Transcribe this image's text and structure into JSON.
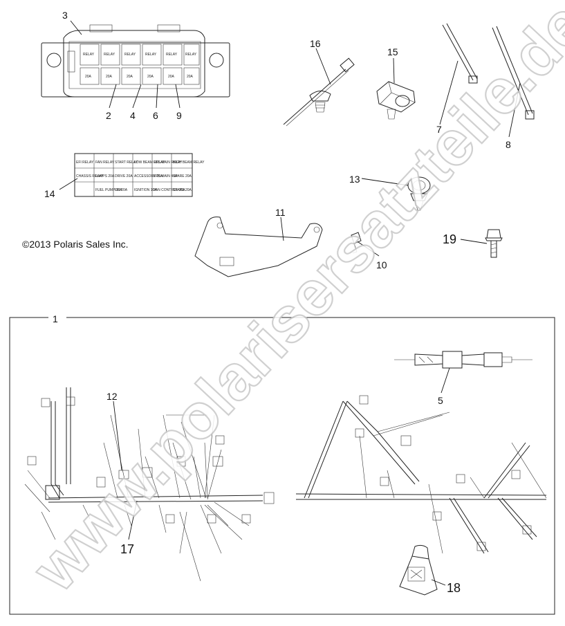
{
  "copyright": "©2013 Polaris Sales Inc.",
  "watermark": "www.polarisersatzteile.de",
  "callouts": {
    "c1": "1",
    "c2": "2",
    "c3": "3",
    "c4": "4",
    "c5": "5",
    "c6": "6",
    "c7": "7",
    "c8": "8",
    "c9": "9",
    "c10": "10",
    "c11": "11",
    "c12": "12",
    "c13": "13",
    "c14": "14",
    "c15": "15",
    "c16": "16",
    "c17": "17",
    "c18": "18",
    "c19": "19"
  },
  "fuse_box_labels": {
    "top_row": [
      "RELAY",
      "RELAY",
      "RELAY",
      "RELAY",
      "RELAY",
      "RELAY"
    ],
    "bottom_row": [
      "20A",
      "20A",
      "20A",
      "20A",
      "20A",
      "20A"
    ]
  },
  "decal_labels": {
    "r1": [
      "EFI RELAY",
      "FAN RELAY",
      "START RELAY",
      "LOW BEAM RELAY",
      "EPS MAIN RELAY",
      "HIGH BEAM RELAY"
    ],
    "r2": [
      "CHASSIS RELAY",
      "LAMPS 20A",
      "DRIVE 20A",
      "ACCESSORY 20A",
      "EPS MAIN 40A",
      "SPARE 20A"
    ],
    "r3": [
      "",
      "FUEL PUMP 10A",
      "EFI 20A",
      "IGNITION 10A",
      "FAN CONTROL 30A",
      "SPARE 20A"
    ]
  }
}
